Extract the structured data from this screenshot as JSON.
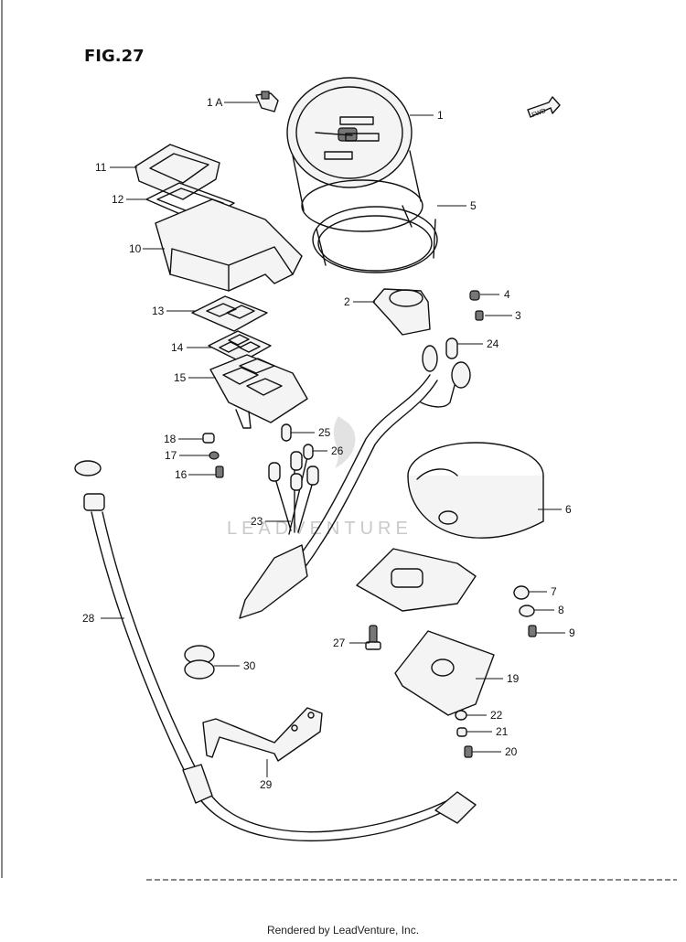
{
  "figure_label": "FIG.27",
  "fwd_tag": "FWD",
  "watermark": "LEADVENTURE",
  "footer": "Rendered by LeadVenture, Inc.",
  "callouts": {
    "c1A": "1 A",
    "c1": "1",
    "c2": "2",
    "c3": "3",
    "c4": "4",
    "c5": "5",
    "c6": "6",
    "c7": "7",
    "c8": "8",
    "c9": "9",
    "c10": "10",
    "c11": "11",
    "c12": "12",
    "c13": "13",
    "c14": "14",
    "c15": "15",
    "c16": "16",
    "c17": "17",
    "c18": "18",
    "c19": "19",
    "c20": "20",
    "c21": "21",
    "c22": "22",
    "c23": "23",
    "c24": "24",
    "c25": "25",
    "c26": "26",
    "c27": "27",
    "c28": "28",
    "c29": "29",
    "c30": "30"
  }
}
